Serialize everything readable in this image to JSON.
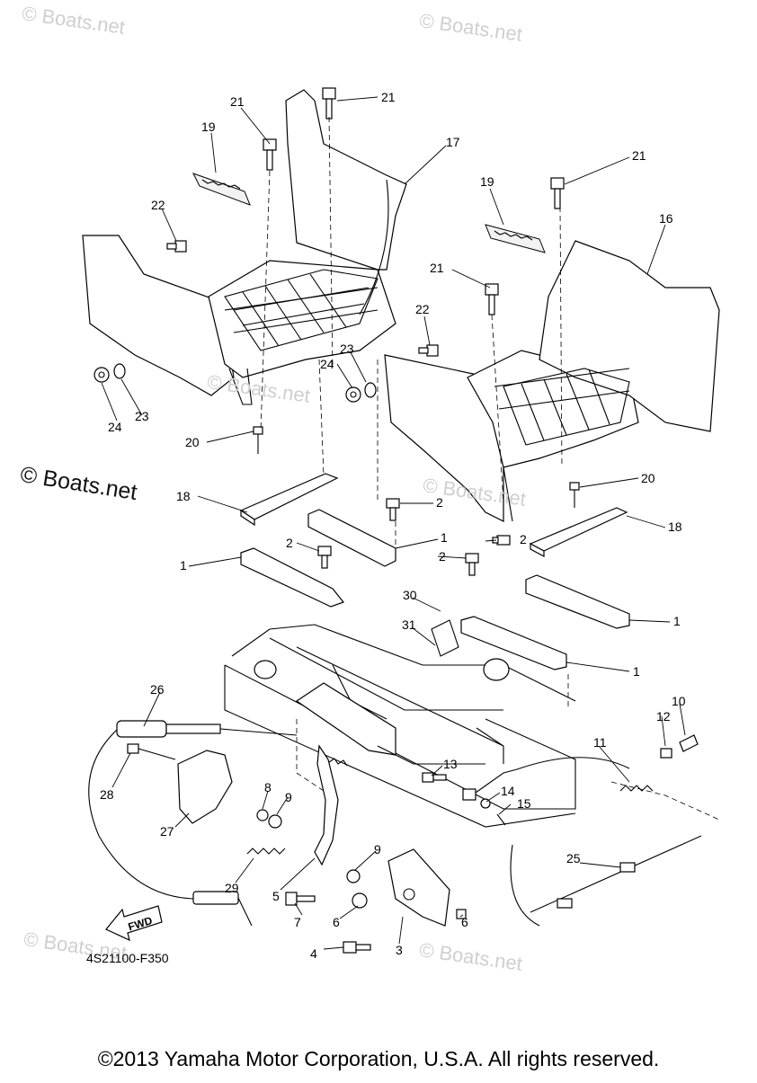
{
  "watermarks": [
    "© Boats.net",
    "© Boats.net",
    "© Boats.net",
    "© Boats.net",
    "© Boats.net",
    "© Boats.net"
  ],
  "watermark_main": "© Boats.net",
  "drawing_code": "4S21100-F350",
  "fwd_label": "FWD",
  "copyright": "©2013 Yamaha Motor Corporation, U.S.A. All rights reserved.",
  "callouts": [
    "21",
    "21",
    "21",
    "21",
    "19",
    "19",
    "17",
    "16",
    "22",
    "22",
    "23",
    "23",
    "24",
    "24",
    "20",
    "20",
    "18",
    "18",
    "2",
    "2",
    "2",
    "2",
    "1",
    "1",
    "1",
    "1",
    "30",
    "31",
    "26",
    "28",
    "27",
    "8",
    "9",
    "9",
    "29",
    "5",
    "7",
    "6",
    "6",
    "3",
    "4",
    "13",
    "14",
    "15",
    "11",
    "12",
    "10",
    "25"
  ]
}
